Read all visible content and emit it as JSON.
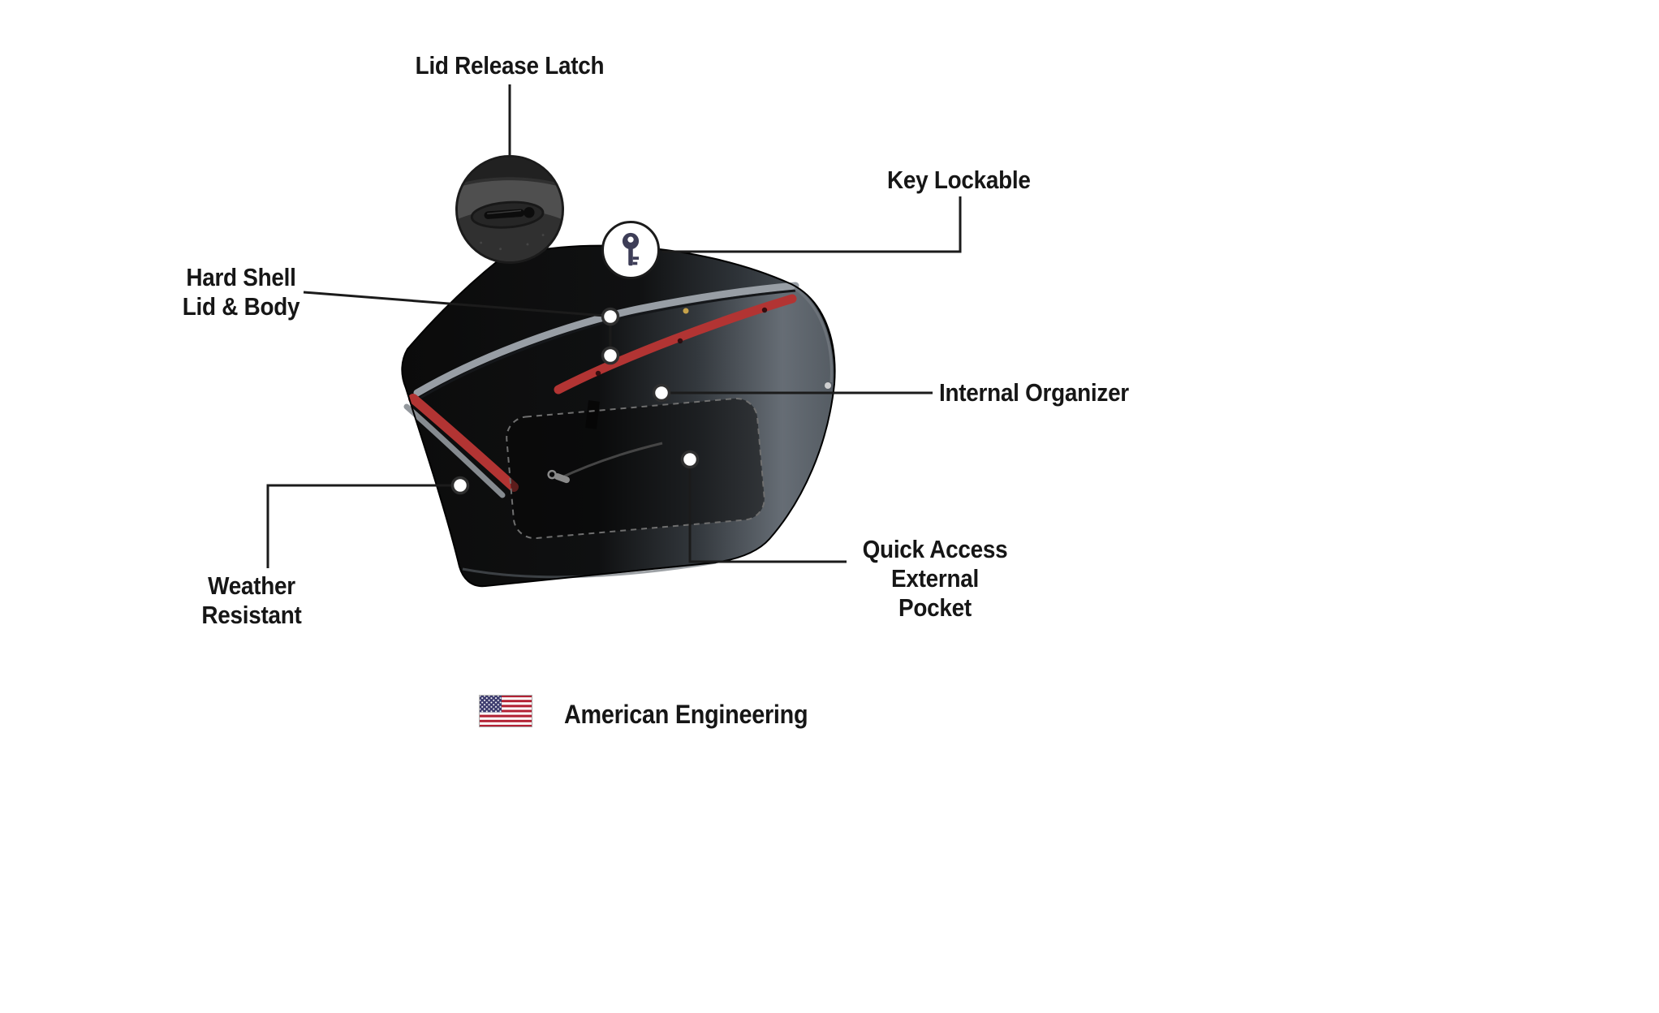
{
  "callouts": {
    "lid_release_latch": {
      "label": "Lid Release Latch"
    },
    "key_lockable": {
      "label": "Key Lockable"
    },
    "hard_shell": {
      "label": "Hard Shell\nLid & Body"
    },
    "internal_organizer": {
      "label": "Internal Organizer"
    },
    "weather_resistant": {
      "label": "Weather Resistant"
    },
    "quick_access": {
      "label": "Quick Access\nExternal Pocket"
    }
  },
  "footer": {
    "text": "American Engineering"
  },
  "icons": {
    "flag": "us-flag-icon",
    "key": "key-icon",
    "latch_detail": "lid-latch-detail-icon",
    "callout_dot": "callout-dot"
  },
  "colors": {
    "background": "#FFFFFF",
    "callout_line": "#1B1B1B",
    "bag_black": "#0C0C0C",
    "accent_red": "#B23433",
    "trim_gray": "#989EA5",
    "flag_blue": "#3C3B6E",
    "flag_red": "#B22234"
  }
}
